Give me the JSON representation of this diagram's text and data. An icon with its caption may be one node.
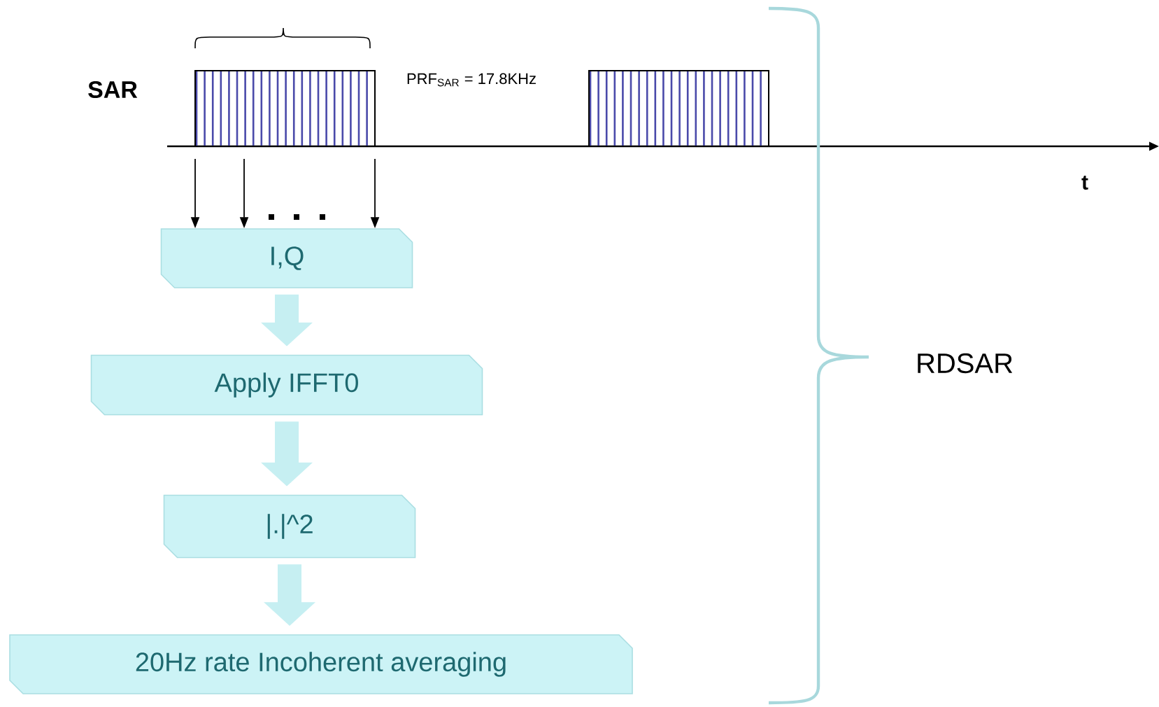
{
  "diagram": {
    "nodes": [
      {
        "text": [
          "I,Q"
        ]
      },
      {
        "text": [
          "Apply IFFT0"
        ]
      },
      {
        "text": [
          "|.|^2"
        ]
      },
      {
        "text": [
          "20Hz rate Incoherent averaging"
        ]
      }
    ],
    "edges": [
      {
        "from": null,
        "to": 0,
        "arrow": "to"
      },
      {
        "from": null,
        "to": 0,
        "arrow": "to"
      },
      {
        "from": null,
        "to": 0,
        "arrow": "to"
      },
      {
        "from": 0,
        "to": 1,
        "arrow": "to",
        "style": "thick",
        "color": "#c6eff2"
      },
      {
        "from": 1,
        "to": 2,
        "arrow": "to",
        "style": "thick",
        "color": "#c6eff2"
      },
      {
        "from": 2,
        "to": 3,
        "arrow": "to",
        "style": "thick",
        "color": "#c6eff2"
      }
    ],
    "labels": [
      "SAR",
      "PRF$_{SAR}$ = 17.8KHz",
      "t",
      "RDSAR"
    ]
  }
}
